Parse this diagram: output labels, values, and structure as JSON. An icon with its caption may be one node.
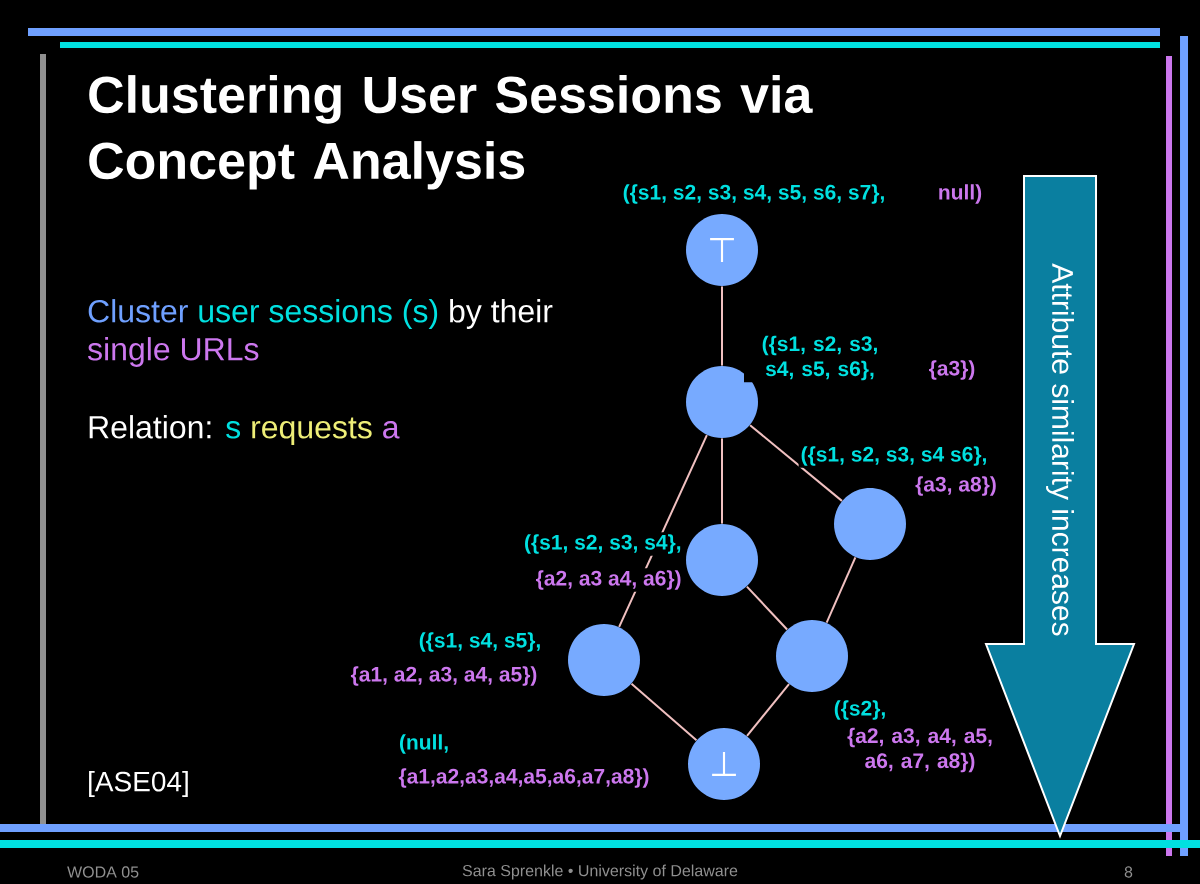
{
  "diagram": {
    "title": "Clustering User Sessions via Concept Analysis",
    "nodes": [
      {
        "text": [
          "⊤"
        ],
        "beside": [
          "({s1, s2, s3, s4, s5, s6, s7},",
          "null)"
        ]
      },
      {
        "text": [],
        "shape": "circle",
        "beside": [
          "({s1, s2, s3, s4, s5, s6},",
          "{a3})"
        ]
      },
      {
        "text": [],
        "shape": "circle",
        "beside": [
          "({s1, s2, s3, s4 s6},",
          "{a3, a8})"
        ]
      },
      {
        "text": [],
        "shape": "circle",
        "beside": [
          "({s1, s2, s3, s4},",
          "{a2, a3 a4, a6})"
        ]
      },
      {
        "text": [],
        "shape": "circle",
        "beside": [
          "({s1, s4, s5},",
          "{a1, a2, a3, a4, a5})"
        ]
      },
      {
        "text": [],
        "shape": "circle",
        "beside": [
          "({s2},",
          "{a2, a3, a4, a5, a6, a7, a8})"
        ]
      },
      {
        "text": [
          "⊥"
        ],
        "beside": [
          "(null,",
          "{a1,a2,a3,a4,a5,a6,a7,a8})"
        ]
      }
    ],
    "edges": [
      {
        "from": 0,
        "to": 1,
        "arrow": "none"
      },
      {
        "from": 1,
        "to": 3,
        "arrow": "none"
      },
      {
        "from": 1,
        "to": 2,
        "arrow": "none"
      },
      {
        "from": 1,
        "to": 4,
        "arrow": "none"
      },
      {
        "from": 3,
        "to": 5,
        "arrow": "none"
      },
      {
        "from": 2,
        "to": 5,
        "arrow": "none"
      },
      {
        "from": 4,
        "to": 6,
        "arrow": "none"
      },
      {
        "from": 5,
        "to": 6,
        "arrow": "none"
      }
    ],
    "labels": [
      "Cluster",
      "user sessions (s)",
      "by their",
      "single URLs",
      "Relation:",
      "s",
      "requests",
      "a",
      "Attribute similarity increases",
      "[ASE04]",
      "WODA 05",
      "Sara Sprenkle •  University of Delaware",
      "8"
    ]
  }
}
